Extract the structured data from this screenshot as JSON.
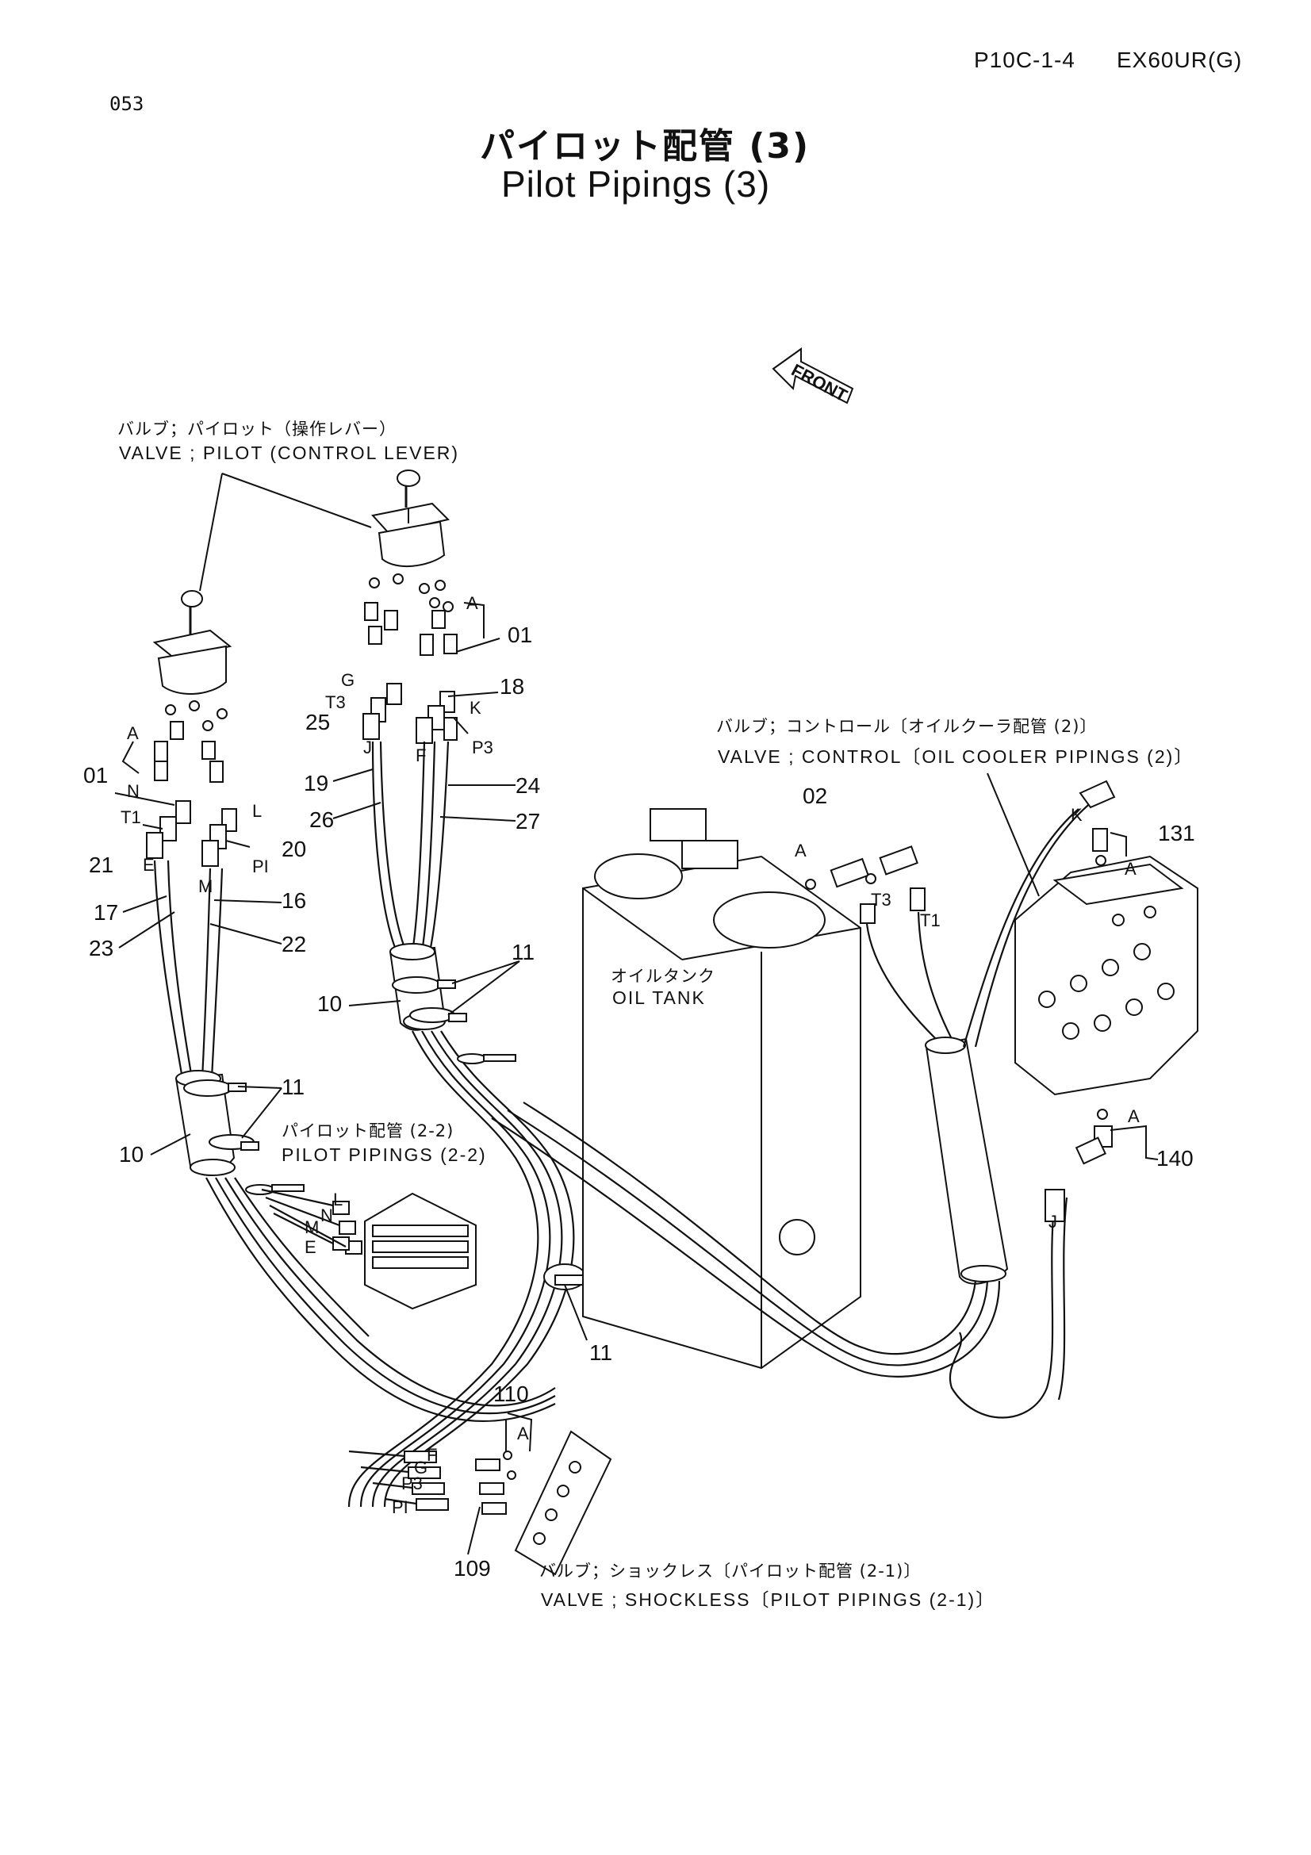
{
  "header": {
    "page_code": "P10C-1-4",
    "model": "EX60UR(G)",
    "page_number": "053"
  },
  "title": {
    "jp": "パイロット配管 (3)",
    "en": "Pilot Pipings (3)"
  },
  "direction_arrow": "FRONT",
  "callouts": {
    "valve_pilot_jp": "バルブ；パイロット（操作レバー）",
    "valve_pilot_en": "VALVE ; PILOT (CONTROL LEVER)",
    "valve_control_jp": "バルブ；コントロール〔オイルクーラ配管 (2)〕",
    "valve_control_en": "VALVE ; CONTROL〔OIL COOLER PIPINGS (2)〕",
    "oil_tank_jp": "オイルタンク",
    "oil_tank_en": "OIL TANK",
    "pilot_pipings_jp": "パイロット配管 (2-2)",
    "pilot_pipings_en": "PILOT PIPINGS (2-2)",
    "valve_shockless_jp": "バルブ；ショックレス〔パイロット配管 (2-1)〕",
    "valve_shockless_en": "VALVE ; SHOCKLESS〔PILOT PIPINGS (2-1)〕"
  },
  "part_numbers": {
    "p01_right": "01",
    "p01_left": "01",
    "p02": "02",
    "p10_upper": "10",
    "p10_lower": "10",
    "p11_upper": "11",
    "p11_left": "11",
    "p11_center": "11",
    "p16": "16",
    "p17": "17",
    "p18": "18",
    "p19": "19",
    "p20": "20",
    "p21": "21",
    "p22": "22",
    "p23": "23",
    "p24": "24",
    "p25": "25",
    "p26": "26",
    "p27": "27",
    "p109": "109",
    "p110": "110",
    "p131": "131",
    "p140": "140"
  },
  "port_letters": {
    "a_right": "A",
    "a_left": "A",
    "a_02": "A",
    "a_131": "A",
    "a_140": "A",
    "a_110": "A",
    "g": "G",
    "t3": "T3",
    "k": "K",
    "j": "J",
    "f": "F",
    "p3": "P3",
    "n": "N",
    "t1": "T1",
    "l": "L",
    "e": "E",
    "pi": "PI",
    "m": "M",
    "t3_tank": "T3",
    "t1_tank": "T1",
    "k_cv": "K",
    "j_cv": "J",
    "l_lower": "L",
    "n_lower": "N",
    "m_lower": "M",
    "e_lower": "E",
    "g_lower": "G",
    "f_lower": "F",
    "p3_lower": "P3",
    "pi_lower": "PI"
  }
}
